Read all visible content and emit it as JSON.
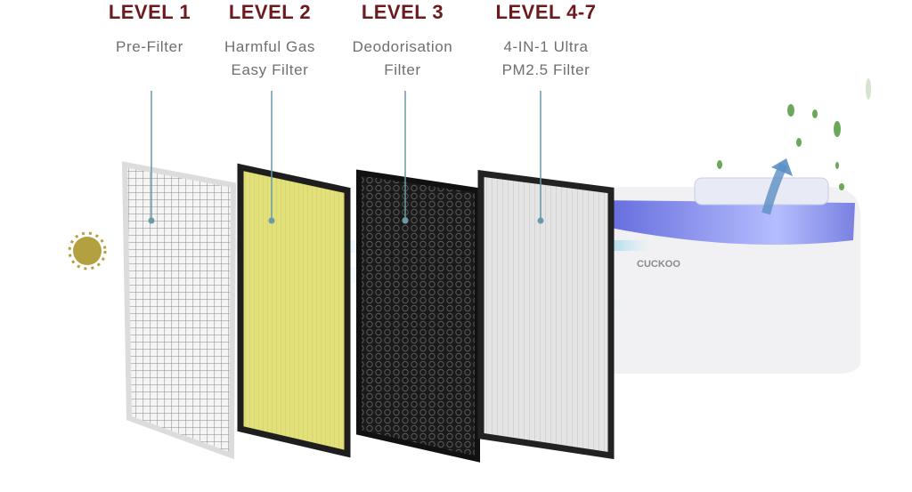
{
  "levels": [
    {
      "title": "LEVEL 1",
      "line1": "Pre-Filter",
      "line2": ""
    },
    {
      "title": "LEVEL 2",
      "line1": "Harmful Gas",
      "line2": "Easy Filter"
    },
    {
      "title": "LEVEL 3",
      "line1": "Deodorisation",
      "line2": "Filter"
    },
    {
      "title": "LEVEL 4-7",
      "line1": "4-IN-1 Ultra",
      "line2": "PM2.5 Filter"
    }
  ],
  "brand": "CUCKOO",
  "colors": {
    "title": "#6d1a1e",
    "subtitle": "#6f6f6f",
    "leader": "#6a9aa8",
    "filter_yellow": "#e2e07a"
  }
}
